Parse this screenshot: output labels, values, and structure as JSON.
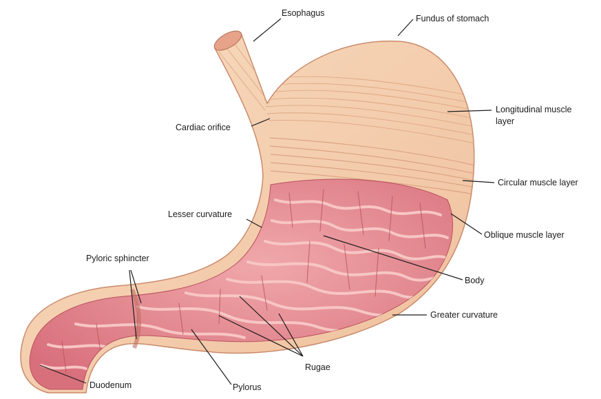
{
  "labels": {
    "esophagus": "Esophagus",
    "fundus": "Fundus of stomach",
    "longitudinal": "Longitudinal muscle layer",
    "cardiac": "Cardiac orifice",
    "circular": "Circular muscle layer",
    "lesser": "Lesser curvature",
    "oblique": "Oblique muscle layer",
    "pyloric_sphincter": "Pyloric sphincter",
    "body": "Body",
    "greater": "Greater curvature",
    "rugae": "Rugae",
    "duodenum": "Duodenum",
    "pylorus": "Pylorus"
  },
  "colors": {
    "muscle_outer": "#f3c9a6",
    "muscle_fiber": "#d9a07c",
    "mucosa": "#e5898f",
    "rugae_fold": "#f7c6c4",
    "rugae_dark": "#b9505c",
    "leader_line": "#1a1a1a"
  }
}
